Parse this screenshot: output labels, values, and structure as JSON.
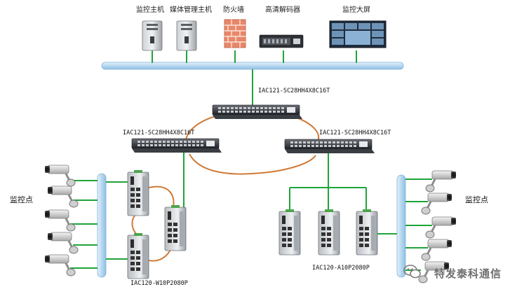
{
  "top_devices": [
    {
      "id": "monitor-host",
      "label": "监控主机"
    },
    {
      "id": "media-host",
      "label": "媒体管理主机"
    },
    {
      "id": "firewall",
      "label": "防火墙"
    },
    {
      "id": "hd-decoder",
      "label": "高清解码器"
    },
    {
      "id": "video-wall",
      "label": "监控大屏"
    }
  ],
  "switches": {
    "core": "IAC121-SC28HH4X8C16T",
    "left": "IAC121-SC28HH4X8C16T",
    "right": "IAC121-SC28HH4X8C16T"
  },
  "industrial_labels": {
    "left": "IAC120-W10P2080P",
    "right": "IAC120-A10P2080P"
  },
  "monitor_point_label": "监控点",
  "watermark": "特发泰科通信",
  "colors": {
    "backbone": "#b9d9ef",
    "access_link": "#1fa33a",
    "ring": "#d07a37",
    "core_link": "#1fa33a"
  }
}
